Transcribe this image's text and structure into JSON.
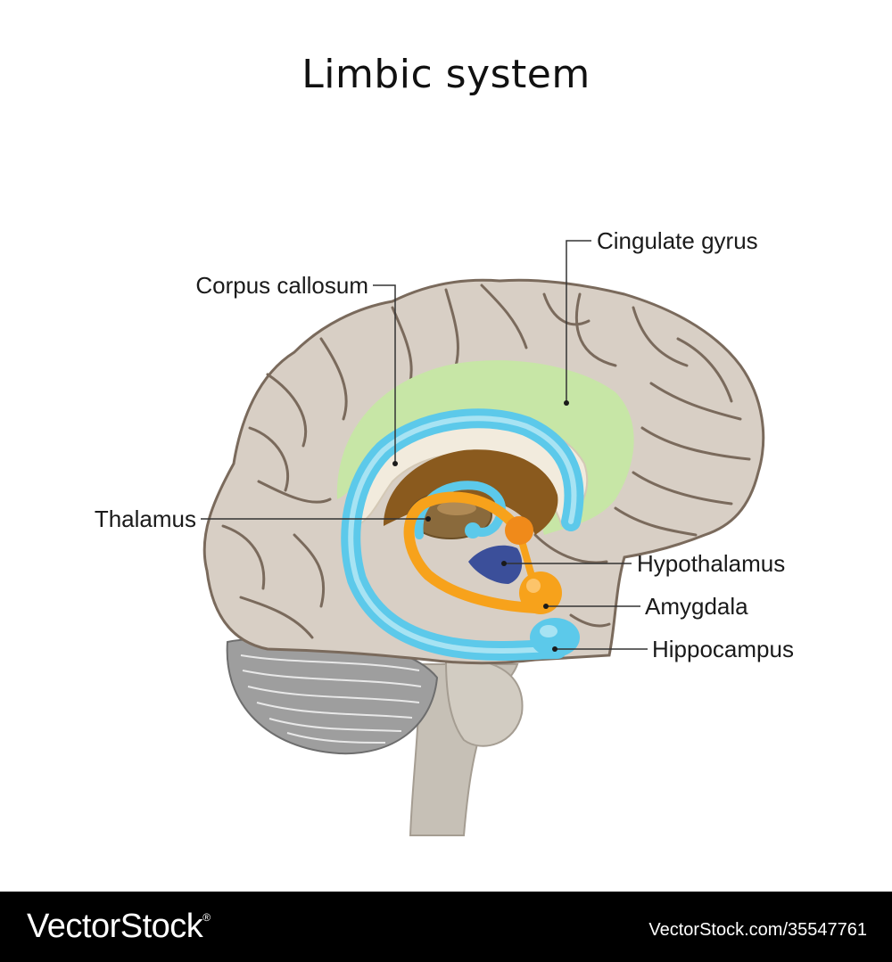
{
  "title": "Limbic system",
  "labels": {
    "cingulate_gyrus": "Cingulate gyrus",
    "corpus_callosum": "Corpus callosum",
    "thalamus": "Thalamus",
    "hypothalamus": "Hypothalamus",
    "amygdala": "Amygdala",
    "hippocampus": "Hippocampus"
  },
  "colors": {
    "cortex": "#d8cfc5",
    "sulci": "#7a6a5c",
    "cingulate_gyrus": "#c7e6a6",
    "corpus_callosum": "#5cc9ea",
    "thalamus": "#8a6a3c",
    "hypothalamus": "#3b4f9a",
    "amygdala": "#f7a21b",
    "hippocampus": "#5cc9ea",
    "cerebellum": "#9a9a9a",
    "brainstem": "#c6c0b6"
  },
  "footer": {
    "brand": "VectorStock",
    "registered_mark": "®",
    "stock_id": "VectorStock.com/35547761"
  }
}
